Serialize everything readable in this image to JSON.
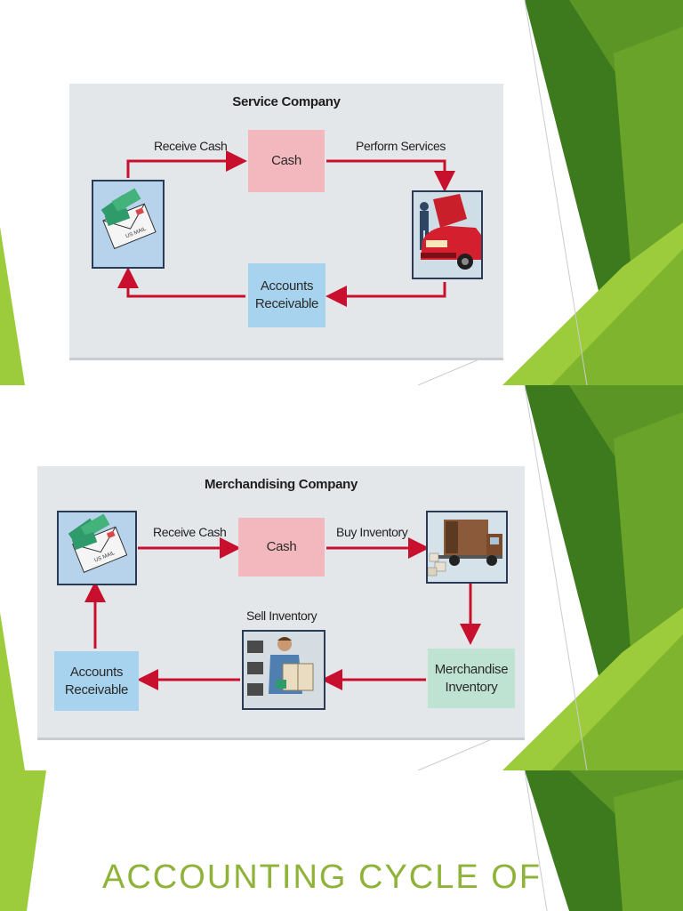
{
  "slides": {
    "service": {
      "title": "Service Company",
      "cash": "Cash",
      "receive_cash": "Receive Cash",
      "perform_services": "Perform Services",
      "accounts_receivable": [
        "Accounts",
        "Receivable"
      ]
    },
    "merchandising": {
      "title": "Merchandising Company",
      "receive_cash": "Receive Cash",
      "cash": "Cash",
      "buy_inventory": "Buy Inventory",
      "sell_inventory": "Sell Inventory",
      "accounts_receivable": [
        "Accounts",
        "Receivable"
      ],
      "merchandise_inventory": [
        "Merchandise",
        "Inventory"
      ]
    },
    "title_slide": {
      "heading": "ACCOUNTING CYCLE OF"
    }
  },
  "colors": {
    "arrow": "#c8102e",
    "green_dark": "#3d7a1e",
    "green_mid": "#6aa329",
    "green_light": "#9ccb3b",
    "title_green": "#8fb339"
  },
  "icons": [
    "envelope-cash-icon",
    "mechanic-car-icon",
    "delivery-truck-icon",
    "worker-box-icon"
  ]
}
